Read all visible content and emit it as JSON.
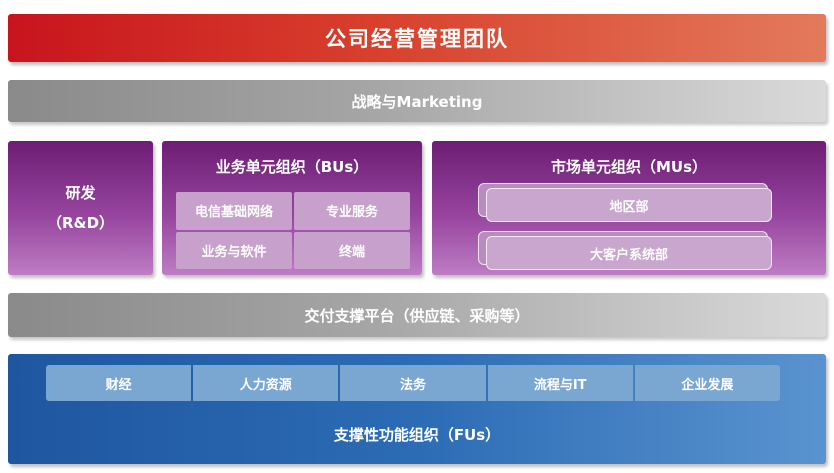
{
  "top_bar": {
    "title": "公司经营管理团队"
  },
  "strategy_bar": {
    "label": "战略与Marketing"
  },
  "rd": {
    "line1": "研发",
    "line2": "（R&D）"
  },
  "bu": {
    "title": "业务单元组织（BUs）",
    "cells": [
      "电信基础网络",
      "专业服务",
      "业务与软件",
      "终端"
    ]
  },
  "mu": {
    "title": "市场单元组织（MUs）",
    "cards": [
      "地区部",
      "大客户系统部"
    ]
  },
  "delivery_bar": {
    "label": "交付支撑平台（供应链、采购等）"
  },
  "fu": {
    "cells": [
      "财经",
      "人力资源",
      "法务",
      "流程与IT",
      "企业发展"
    ],
    "title": "支撑性功能组织（FUs）"
  },
  "colors": {
    "top_bar_start": "#c8141e",
    "top_bar_end": "#e37a5c",
    "purple_dark": "#6d1d74",
    "purple_light": "#bd7dc3",
    "blue_dark": "#1f56a0",
    "blue_light": "#5a93cf",
    "gray_dark": "#8a8a8a",
    "gray_light": "#dadada"
  }
}
